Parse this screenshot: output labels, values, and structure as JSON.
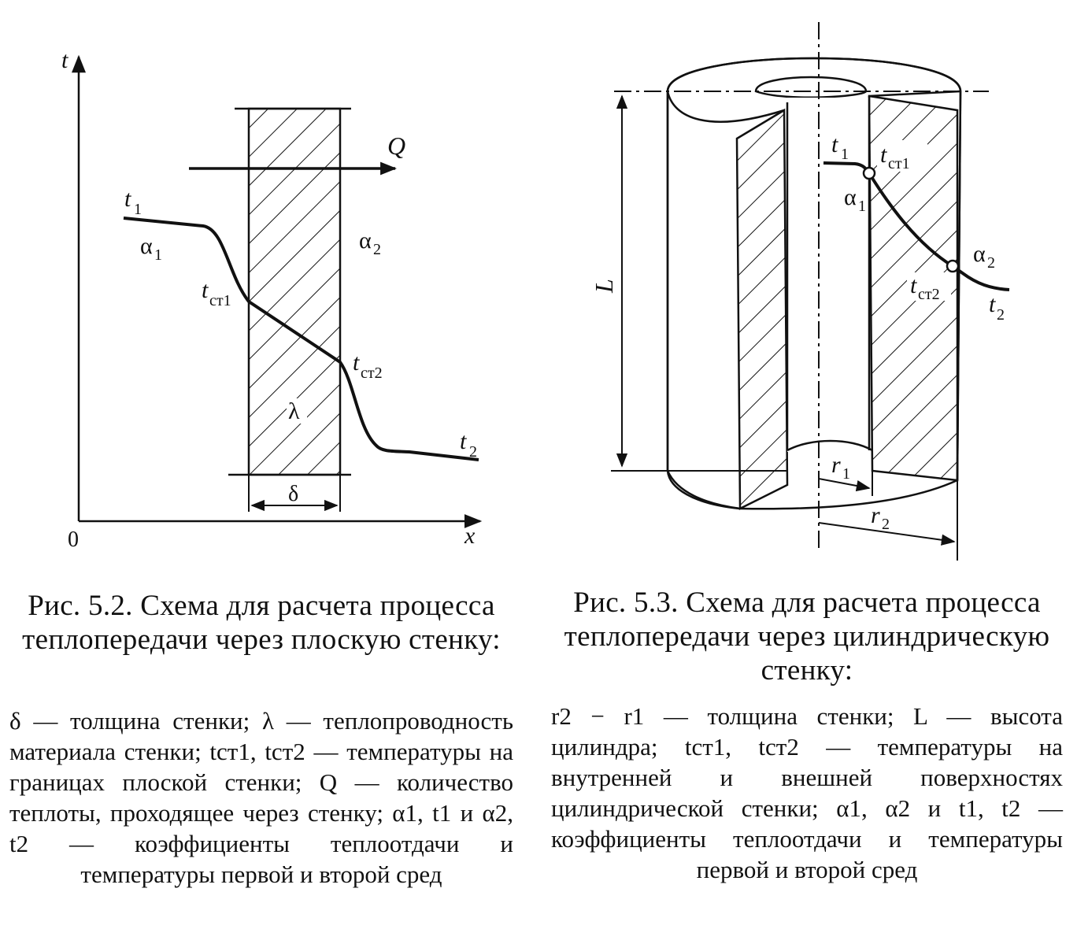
{
  "figure1": {
    "axis_t": "t",
    "axis_x": "x",
    "origin": "0",
    "q_label": "Q",
    "t1": "t",
    "t1_sub": "1",
    "alpha1": "α",
    "alpha1_sub": "1",
    "alpha2": "α",
    "alpha2_sub": "2",
    "tst1": "t",
    "tst1_sub": "ст1",
    "tst2": "t",
    "tst2_sub": "ст2",
    "lambda": "λ",
    "t2": "t",
    "t2_sub": "2",
    "delta": "δ",
    "caption": "Рис. 5.2. Схема для расчета процесса теплопередачи через плоскую стенку:",
    "description": "δ — толщина стенки; λ — теплопроводность материала стенки; tст1, tст2 — температуры на границах плоской стенки; Q — количество теплоты, проходящее через стенку; α1, t1 и α2, t2 — коэффициенты теплоотдачи и температуры первой и второй сред"
  },
  "figure2": {
    "t1": "t",
    "t1_sub": "1",
    "tst1": "t",
    "tst1_sub": "ст1",
    "alpha1": "α",
    "alpha1_sub": "1",
    "alpha2": "α",
    "alpha2_sub": "2",
    "tst2": "t",
    "tst2_sub": "ст2",
    "t2": "t",
    "t2_sub": "2",
    "L": "L",
    "r1": "r",
    "r1_sub": "1",
    "r2": "r",
    "r2_sub": "2",
    "caption": "Рис. 5.3. Схема для расчета процесса теплопередачи через цилиндрическую стенку:",
    "description": "r2 − r1 — толщина стенки; L — высота цилиндра; tст1, tст2 — температуры на внутренней и внешней поверхностях цилиндрической стенки; α1, α2 и t1, t2 — коэффициенты теплоотдачи и температуры первой и второй сред"
  }
}
